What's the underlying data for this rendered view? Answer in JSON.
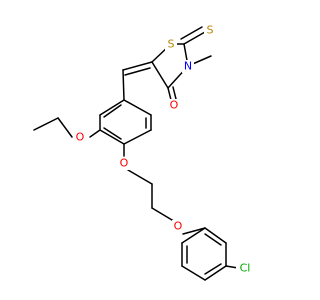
{
  "molecule": {
    "atoms": {
      "S_ring": "S",
      "S_thione": "S",
      "N": "N",
      "N_methyl": "CH3",
      "O_carbonyl": "O",
      "O_ethoxy": "O",
      "O_ether_1": "O",
      "O_ether_2": "O",
      "Cl": "Cl"
    },
    "colors": {
      "S": "#b8860b",
      "N": "#0000ff",
      "O": "#ff0000",
      "Cl": "#00aa00",
      "bond": "#000000"
    }
  }
}
